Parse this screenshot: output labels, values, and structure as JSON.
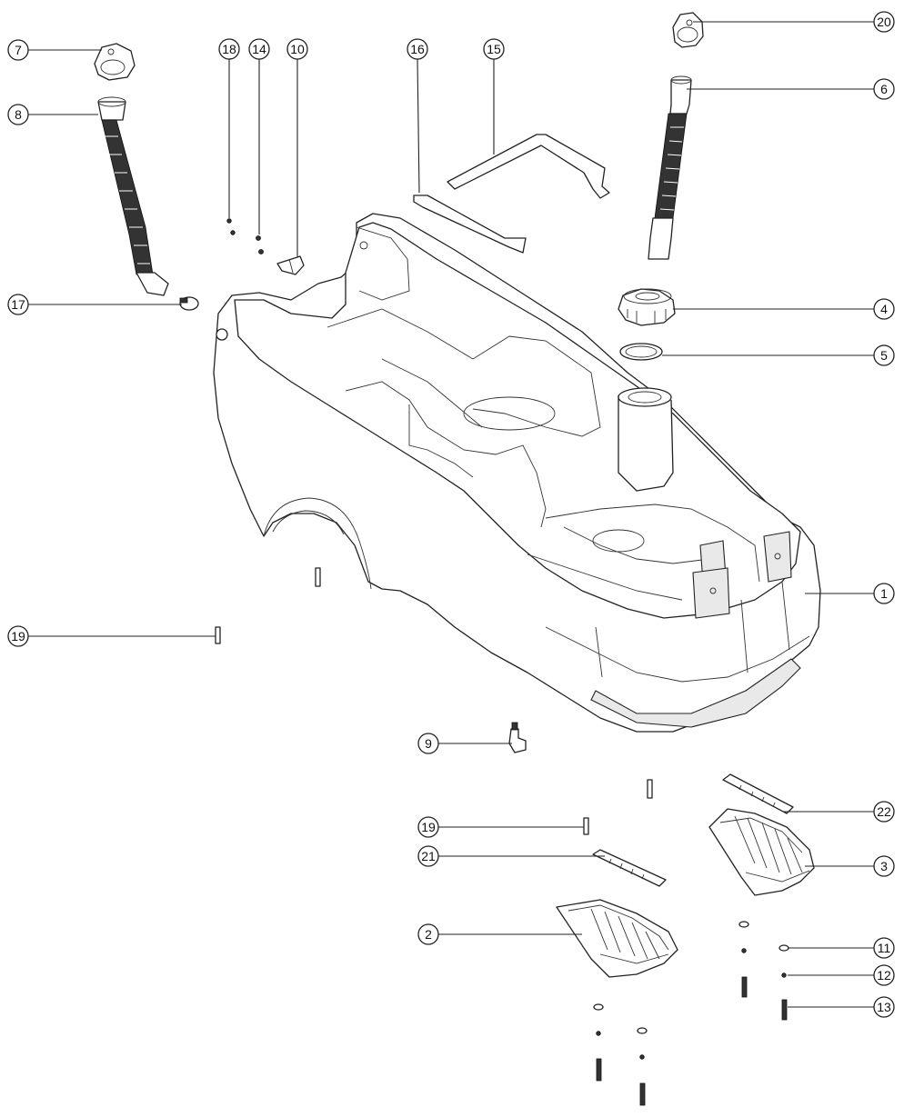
{
  "callouts": [
    {
      "id": "c1",
      "label": "1"
    },
    {
      "id": "c2",
      "label": "2"
    },
    {
      "id": "c3",
      "label": "3"
    },
    {
      "id": "c4",
      "label": "4"
    },
    {
      "id": "c5",
      "label": "5"
    },
    {
      "id": "c6",
      "label": "6"
    },
    {
      "id": "c7",
      "label": "7"
    },
    {
      "id": "c8",
      "label": "8"
    },
    {
      "id": "c9",
      "label": "9"
    },
    {
      "id": "c10",
      "label": "10"
    },
    {
      "id": "c11",
      "label": "11"
    },
    {
      "id": "c12",
      "label": "12"
    },
    {
      "id": "c13",
      "label": "13"
    },
    {
      "id": "c14",
      "label": "14"
    },
    {
      "id": "c15",
      "label": "15"
    },
    {
      "id": "c16",
      "label": "16"
    },
    {
      "id": "c17",
      "label": "17"
    },
    {
      "id": "c18",
      "label": "18"
    },
    {
      "id": "c19a",
      "label": "19"
    },
    {
      "id": "c19b",
      "label": "19"
    },
    {
      "id": "c20",
      "label": "20"
    },
    {
      "id": "c21",
      "label": "21"
    },
    {
      "id": "c22",
      "label": "22"
    }
  ]
}
